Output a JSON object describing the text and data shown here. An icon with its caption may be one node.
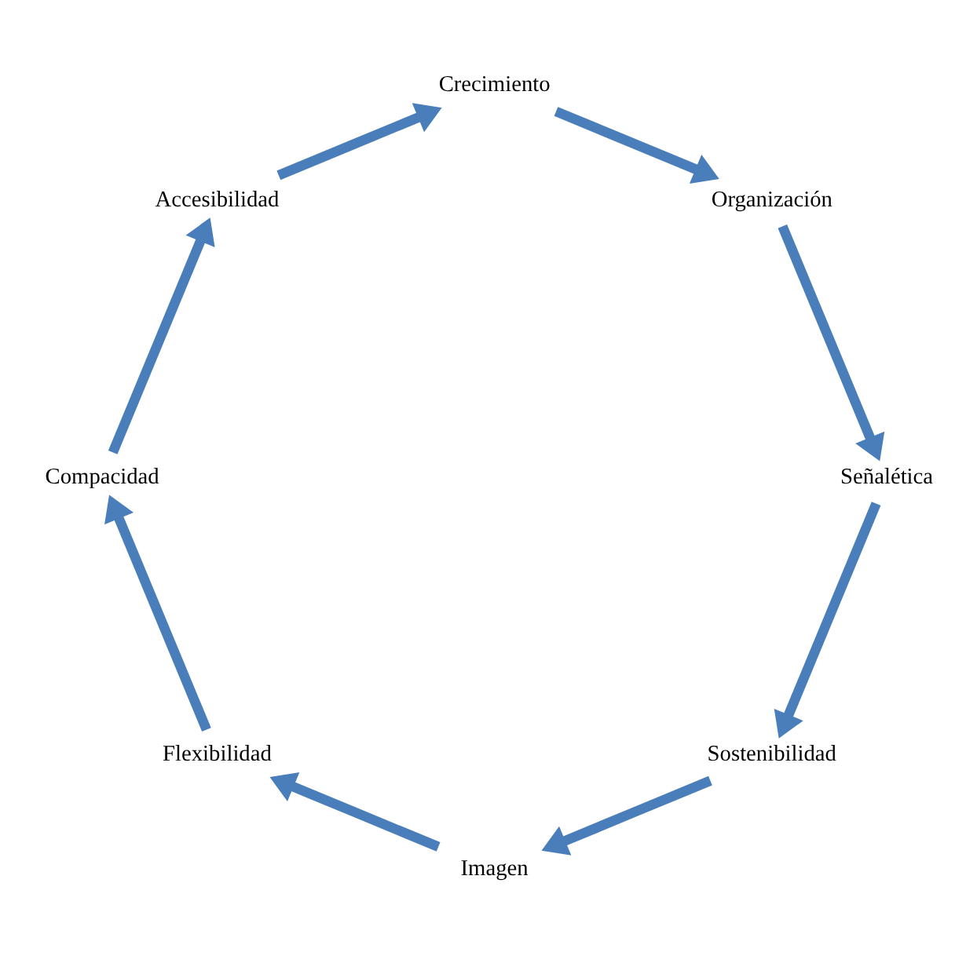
{
  "diagram": {
    "nodes": [
      {
        "text": [
          "Sostenibilidad"
        ]
      },
      {
        "text": [
          "Imagen"
        ]
      },
      {
        "text": [
          "Flexibilidad"
        ]
      },
      {
        "text": [
          "Compacidad"
        ]
      },
      {
        "text": [
          "Accesibilidad"
        ]
      },
      {
        "text": [
          "Crecimiento"
        ]
      },
      {
        "text": [
          "Organización"
        ]
      },
      {
        "text": [
          "Señalética"
        ]
      }
    ],
    "edges": [
      {
        "from": 0,
        "to": 1,
        "arrow": "to"
      },
      {
        "from": 1,
        "to": 2,
        "arrow": "to"
      },
      {
        "from": 2,
        "to": 3,
        "arrow": "to"
      },
      {
        "from": 3,
        "to": 4,
        "arrow": "to"
      },
      {
        "from": 4,
        "to": 5,
        "arrow": "to"
      },
      {
        "from": 5,
        "to": 6,
        "arrow": "to"
      },
      {
        "from": 6,
        "to": 7,
        "arrow": "to"
      },
      {
        "from": 7,
        "to": 0,
        "arrow": "to"
      }
    ]
  }
}
